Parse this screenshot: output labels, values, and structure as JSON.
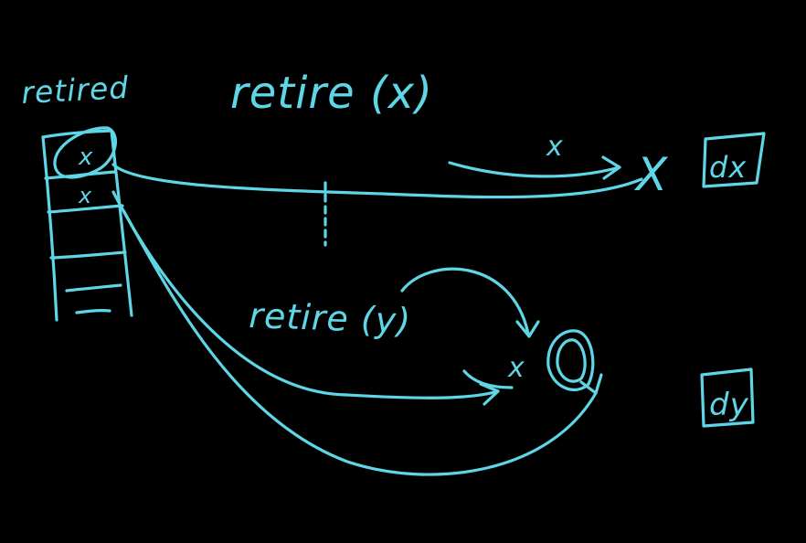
{
  "colors": {
    "background": "#000000",
    "ink": "#5fd6e6"
  },
  "labels": {
    "array_title": "retired",
    "retire_x": "retire (x)",
    "retire_y": "retire (y)",
    "array_slot_top": "x",
    "array_slot_second": "x",
    "arrow_label_x": "x",
    "node_x_cross": "X",
    "node_x_bottom": "x",
    "box_dx": "dx",
    "box_dy": "dy"
  }
}
